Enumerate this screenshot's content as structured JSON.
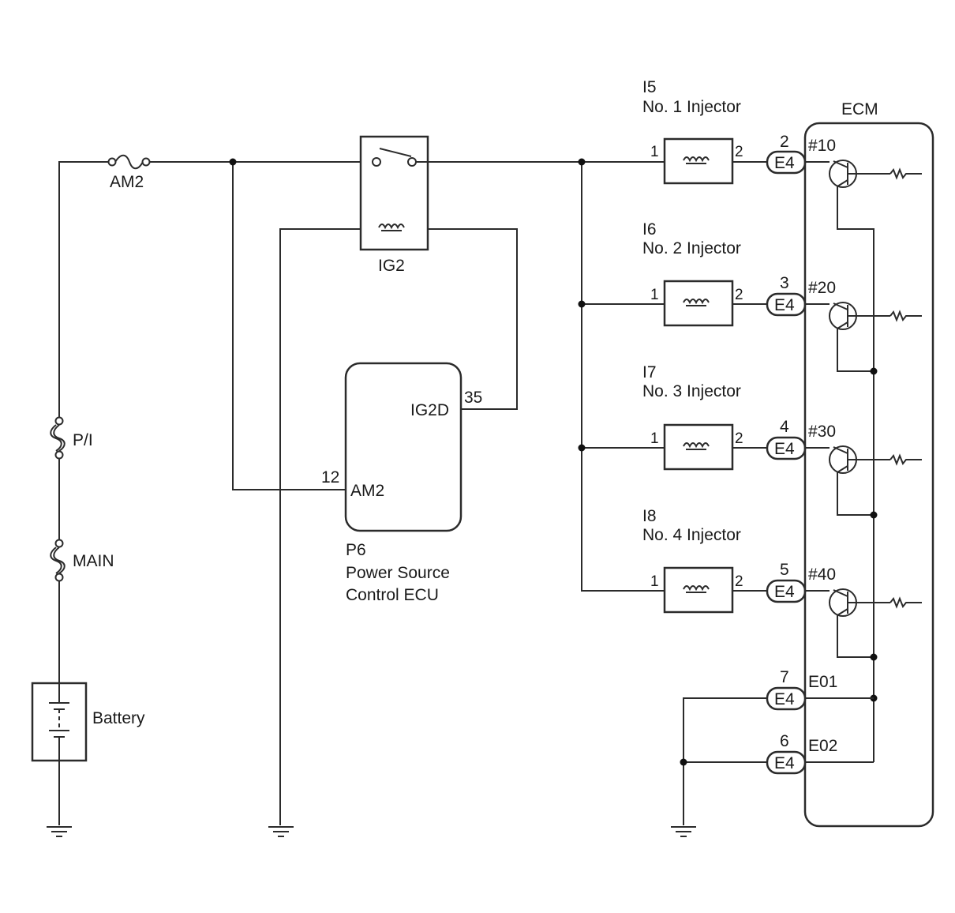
{
  "fuse_am2": "AM2",
  "fuse_pi": "P/I",
  "fuse_main": "MAIN",
  "battery": "Battery",
  "relay": "IG2",
  "power_ecu": {
    "code": "P6",
    "name_line1": "Power Source",
    "name_line2": "Control ECU",
    "pin_ig2d_label": "IG2D",
    "pin_ig2d_num": "35",
    "pin_am2_label": "AM2",
    "pin_am2_num": "12"
  },
  "ecm": {
    "title": "ECM",
    "connector": "E4",
    "injector_pins": [
      {
        "num": "2",
        "label": "#10"
      },
      {
        "num": "3",
        "label": "#20"
      },
      {
        "num": "4",
        "label": "#30"
      },
      {
        "num": "5",
        "label": "#40"
      }
    ],
    "ground_pins": [
      {
        "num": "7",
        "label": "E01"
      },
      {
        "num": "6",
        "label": "E02"
      }
    ]
  },
  "injectors": [
    {
      "code": "I5",
      "name": "No. 1 Injector",
      "pin_in": "1",
      "pin_out": "2"
    },
    {
      "code": "I6",
      "name": "No. 2 Injector",
      "pin_in": "1",
      "pin_out": "2"
    },
    {
      "code": "I7",
      "name": "No. 3 Injector",
      "pin_in": "1",
      "pin_out": "2"
    },
    {
      "code": "I8",
      "name": "No. 4 Injector",
      "pin_in": "1",
      "pin_out": "2"
    }
  ]
}
